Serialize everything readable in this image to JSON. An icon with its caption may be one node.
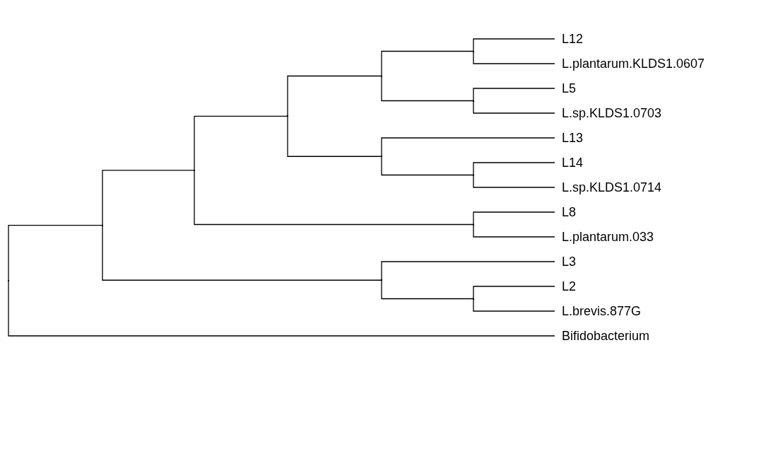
{
  "diagram": {
    "nodes": [
      {
        "text": [
          "L12"
        ]
      },
      {
        "text": [
          "L.plantarum.KLDS1.0607"
        ]
      },
      {
        "text": [
          "L5"
        ]
      },
      {
        "text": [
          "L.sp.KLDS1.0703"
        ]
      },
      {
        "text": [
          "L13"
        ]
      },
      {
        "text": [
          "L14"
        ]
      },
      {
        "text": [
          "L.sp.KLDS1.0714"
        ]
      },
      {
        "text": [
          "L8"
        ]
      },
      {
        "text": [
          "L.plantarum.033"
        ]
      },
      {
        "text": [
          "L3"
        ]
      },
      {
        "text": [
          "L2"
        ]
      },
      {
        "text": [
          "L.brevis.877G"
        ]
      },
      {
        "text": [
          "Bifidobacterium"
        ]
      },
      {
        "text": [],
        "shape": "point"
      },
      {
        "text": [],
        "shape": "point"
      },
      {
        "text": [],
        "shape": "point"
      },
      {
        "text": [],
        "shape": "point"
      },
      {
        "text": [],
        "shape": "point"
      },
      {
        "text": [],
        "shape": "point"
      },
      {
        "text": [],
        "shape": "point"
      },
      {
        "text": [],
        "shape": "point"
      },
      {
        "text": [],
        "shape": "point"
      },
      {
        "text": [],
        "shape": "point"
      },
      {
        "text": [],
        "shape": "point"
      },
      {
        "text": [],
        "shape": "point"
      }
    ],
    "edges": [
      {
        "from": 13,
        "to": 14,
        "arrow": "none"
      },
      {
        "from": 13,
        "to": 12,
        "arrow": "none"
      },
      {
        "from": 14,
        "to": 15,
        "arrow": "none"
      },
      {
        "from": 14,
        "to": 23,
        "arrow": "none"
      },
      {
        "from": 15,
        "to": 16,
        "arrow": "none"
      },
      {
        "from": 15,
        "to": 22,
        "arrow": "none"
      },
      {
        "from": 16,
        "to": 17,
        "arrow": "none"
      },
      {
        "from": 16,
        "to": 20,
        "arrow": "none"
      },
      {
        "from": 17,
        "to": 18,
        "arrow": "none"
      },
      {
        "from": 17,
        "to": 19,
        "arrow": "none"
      },
      {
        "from": 18,
        "to": 0,
        "arrow": "none"
      },
      {
        "from": 18,
        "to": 1,
        "arrow": "none"
      },
      {
        "from": 19,
        "to": 2,
        "arrow": "none"
      },
      {
        "from": 19,
        "to": 3,
        "arrow": "none"
      },
      {
        "from": 20,
        "to": 4,
        "arrow": "none"
      },
      {
        "from": 20,
        "to": 21,
        "arrow": "none"
      },
      {
        "from": 21,
        "to": 5,
        "arrow": "none"
      },
      {
        "from": 21,
        "to": 6,
        "arrow": "none"
      },
      {
        "from": 22,
        "to": 7,
        "arrow": "none"
      },
      {
        "from": 22,
        "to": 8,
        "arrow": "none"
      },
      {
        "from": 23,
        "to": 9,
        "arrow": "none"
      },
      {
        "from": 23,
        "to": 24,
        "arrow": "none"
      },
      {
        "from": 24,
        "to": 10,
        "arrow": "none"
      },
      {
        "from": 24,
        "to": 11,
        "arrow": "none"
      }
    ]
  }
}
